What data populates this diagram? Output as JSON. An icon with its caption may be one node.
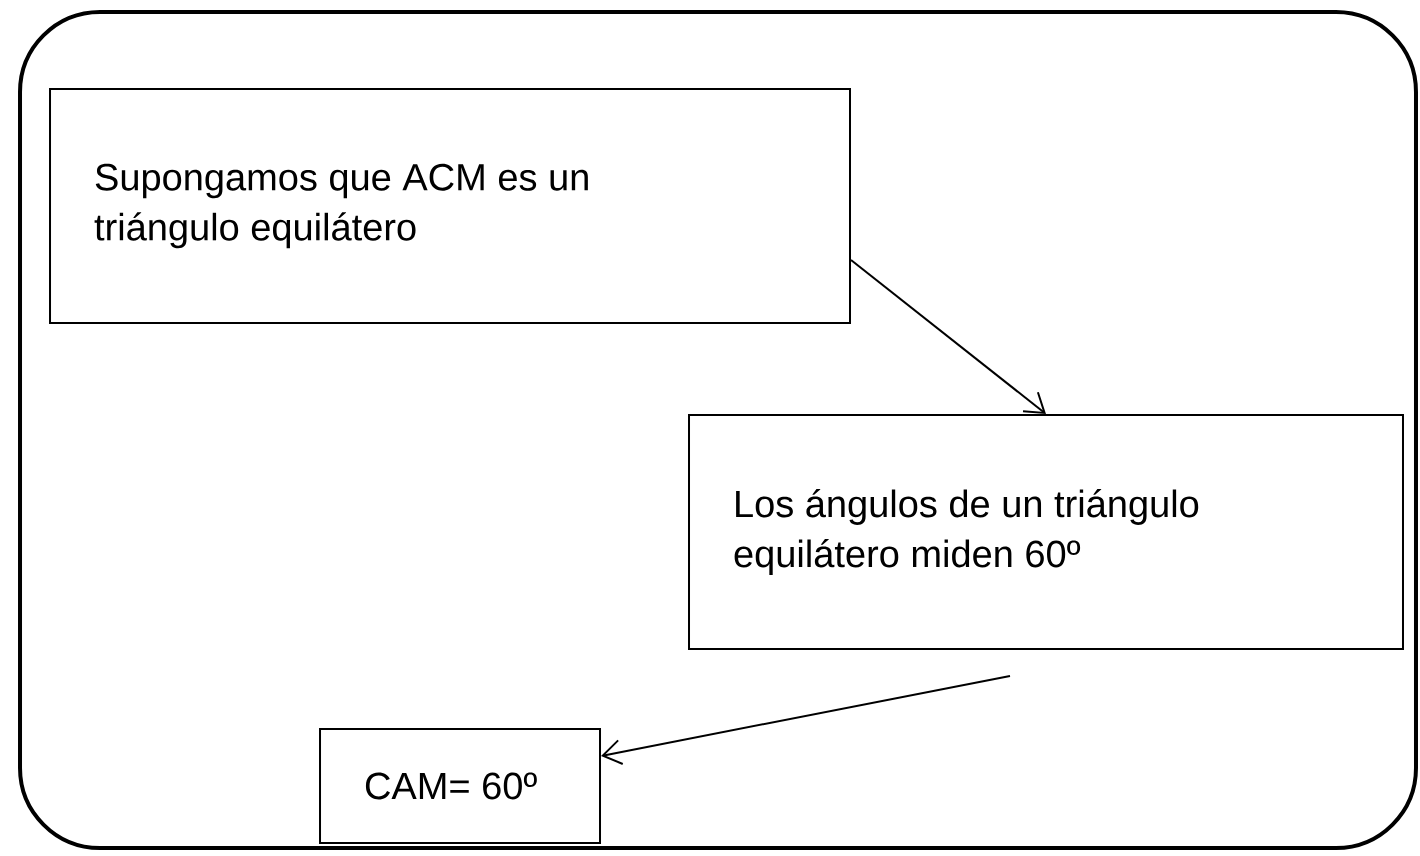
{
  "diagram": {
    "nodes": [
      {
        "text": [],
        "shape": "box"
      },
      {
        "text": [
          "Supongamos que ACM es un triángulo equilátero"
        ],
        "in": 0
      },
      {
        "text": [
          "Los ángulos de un triángulo equilátero miden 60º"
        ],
        "in": 0
      },
      {
        "text": [
          "CAM= 60º"
        ],
        "in": 0
      }
    ],
    "edges": [
      {
        "from": 1,
        "to": 2,
        "arrow": "to"
      },
      {
        "from": 2,
        "to": 3,
        "arrow": "to"
      }
    ]
  }
}
